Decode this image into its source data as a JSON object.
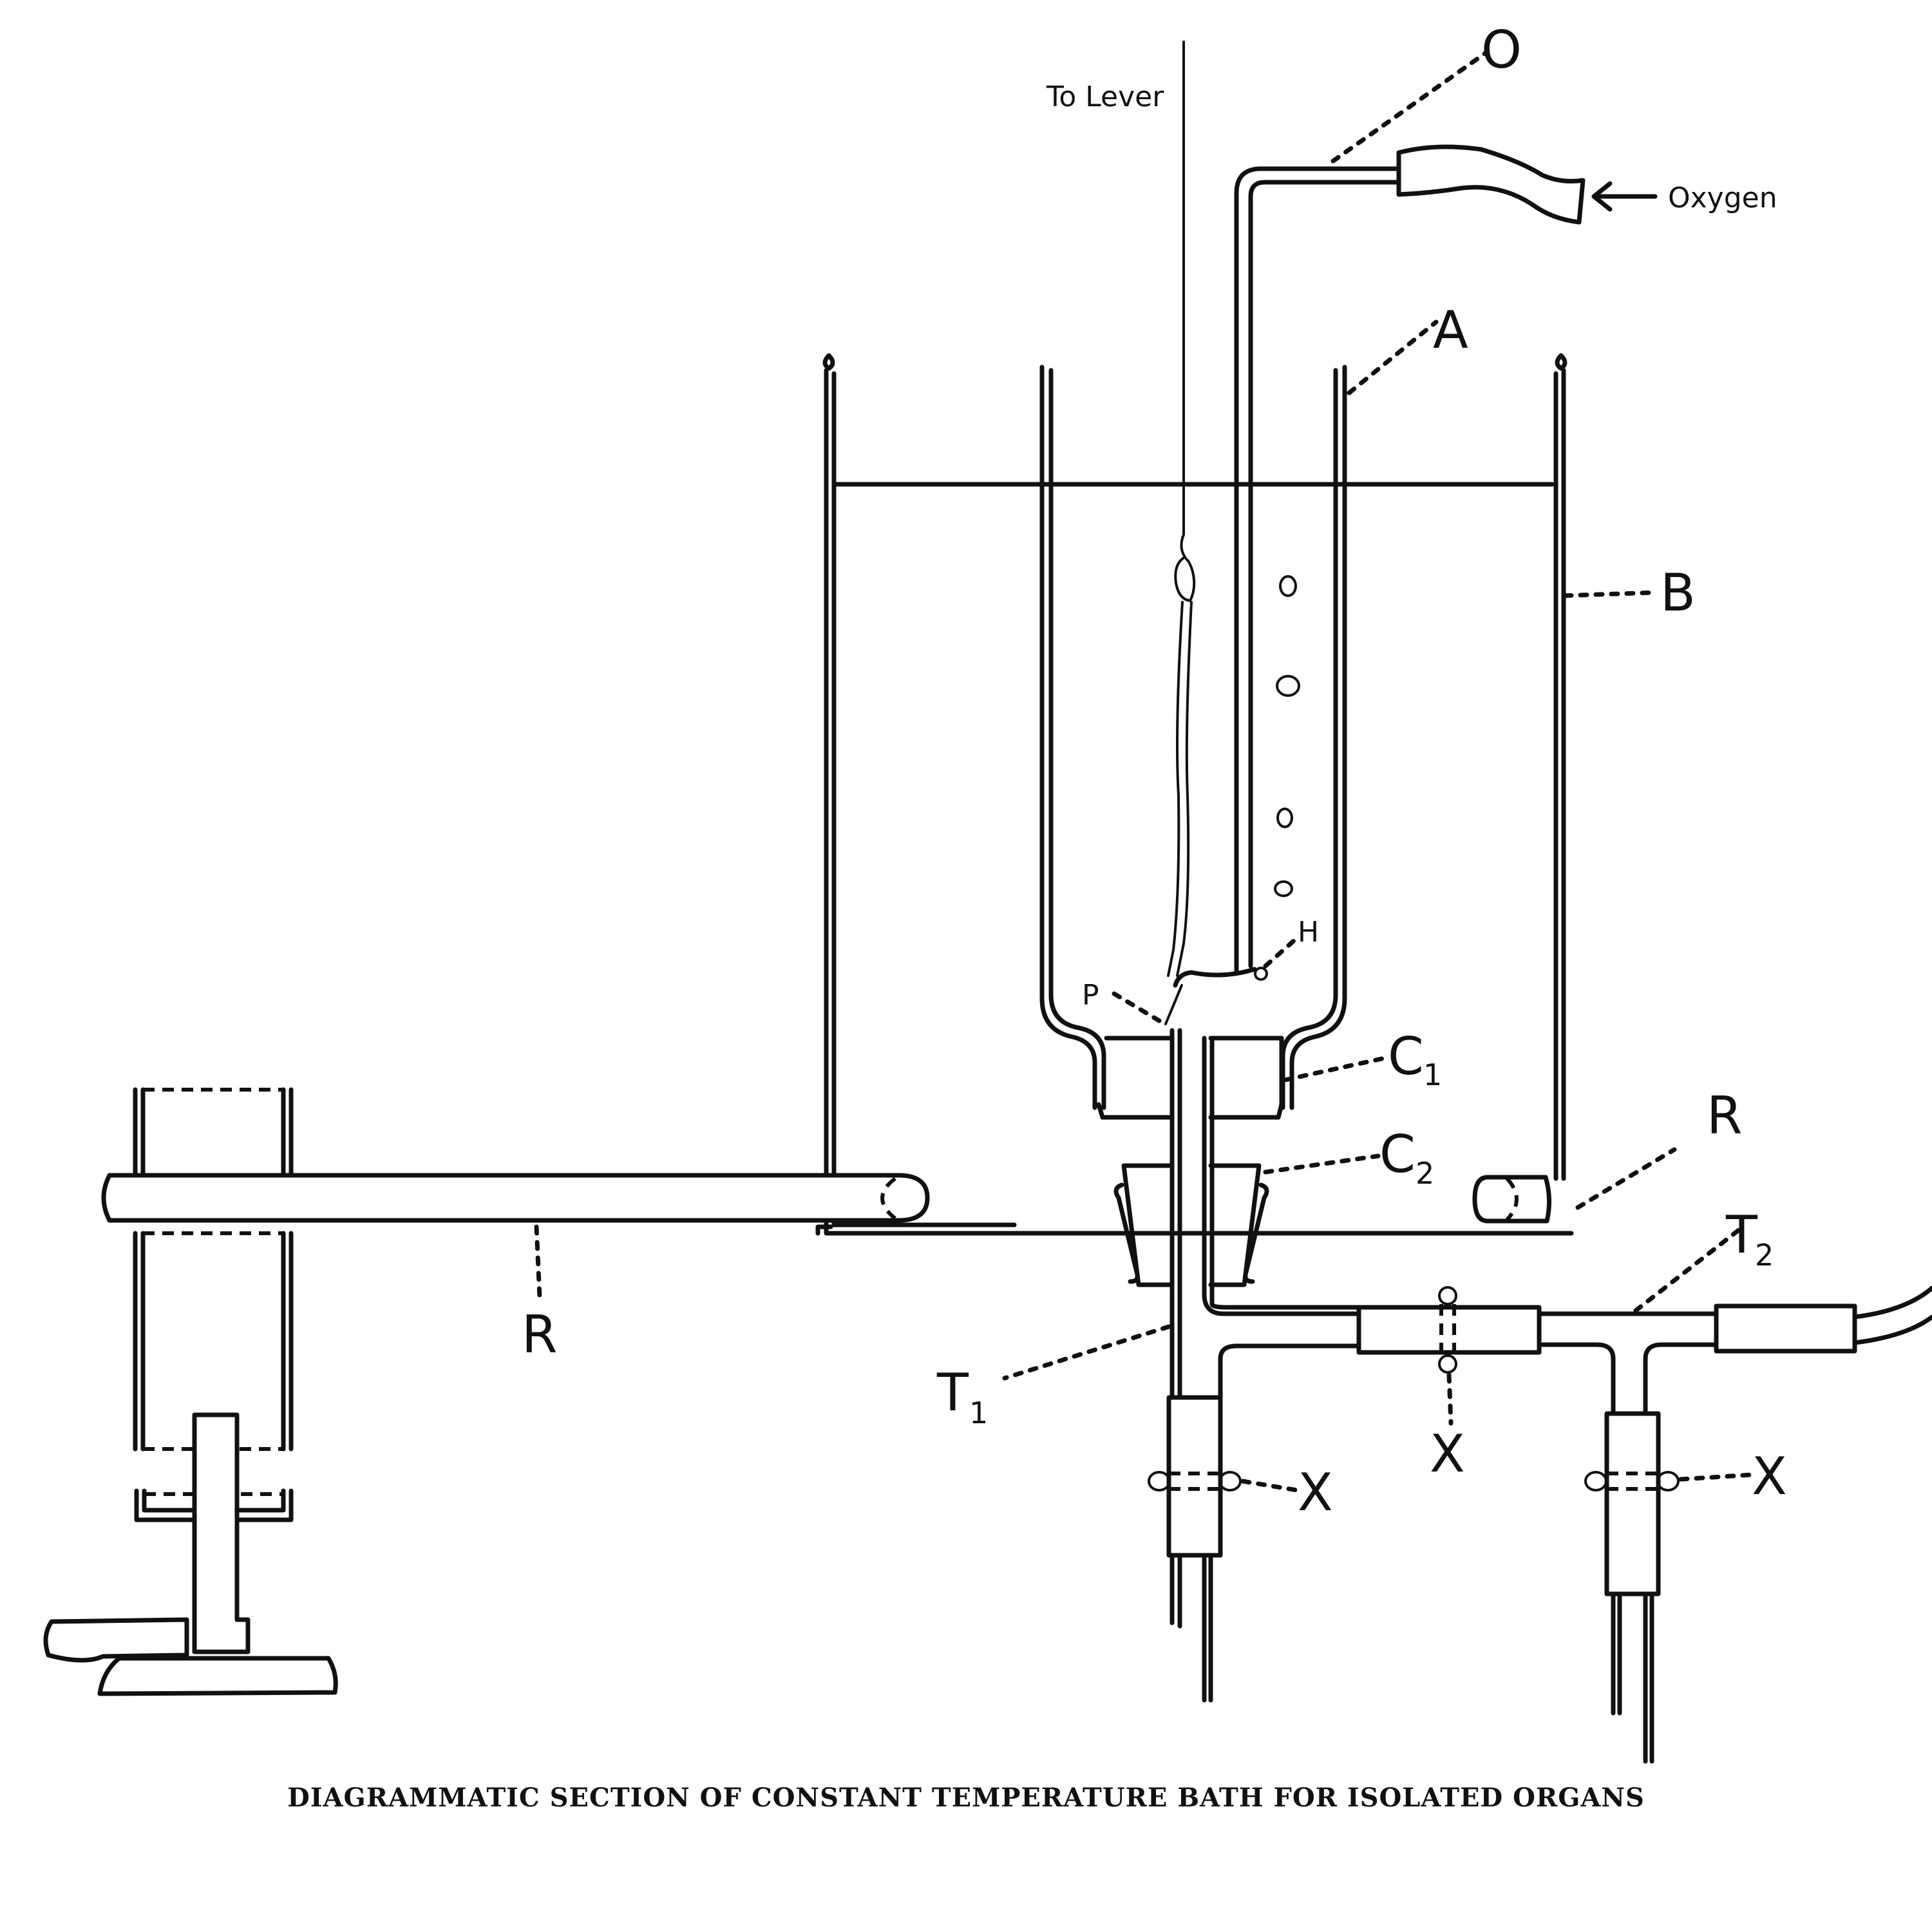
{
  "diagram": {
    "caption": "Diagrammatic Section of Constant Temperature Bath for Isolated Organs",
    "labels": {
      "to_lever": "To Lever",
      "oxygen": "Oxygen",
      "O": "O",
      "A": "A",
      "B": "B",
      "H": "H",
      "P": "P",
      "C1_main": "C",
      "C1_sub": "1",
      "C2_main": "C",
      "C2_sub": "2",
      "R_right": "R",
      "R_left": "R",
      "T1_main": "T",
      "T1_sub": "1",
      "T2_main": "T",
      "T2_sub": "2",
      "X_left": "X",
      "X_middle": "X",
      "X_right": "X"
    },
    "components": [
      {
        "id": "O",
        "description": "oxygen inlet tube"
      },
      {
        "id": "A",
        "description": "inner organ vessel"
      },
      {
        "id": "B",
        "description": "outer water bath"
      },
      {
        "id": "H",
        "description": "oxygen outlet hole"
      },
      {
        "id": "P",
        "description": "organ attachment point"
      },
      {
        "id": "C1",
        "description": "upper cork / stopper"
      },
      {
        "id": "C2",
        "description": "lower cork / stopper"
      },
      {
        "id": "R",
        "description": "heating rod / circulating tube"
      },
      {
        "id": "T1",
        "description": "drain tube 1"
      },
      {
        "id": "T2",
        "description": "tube 2 with T-junction"
      },
      {
        "id": "X",
        "description": "clamps"
      }
    ]
  }
}
